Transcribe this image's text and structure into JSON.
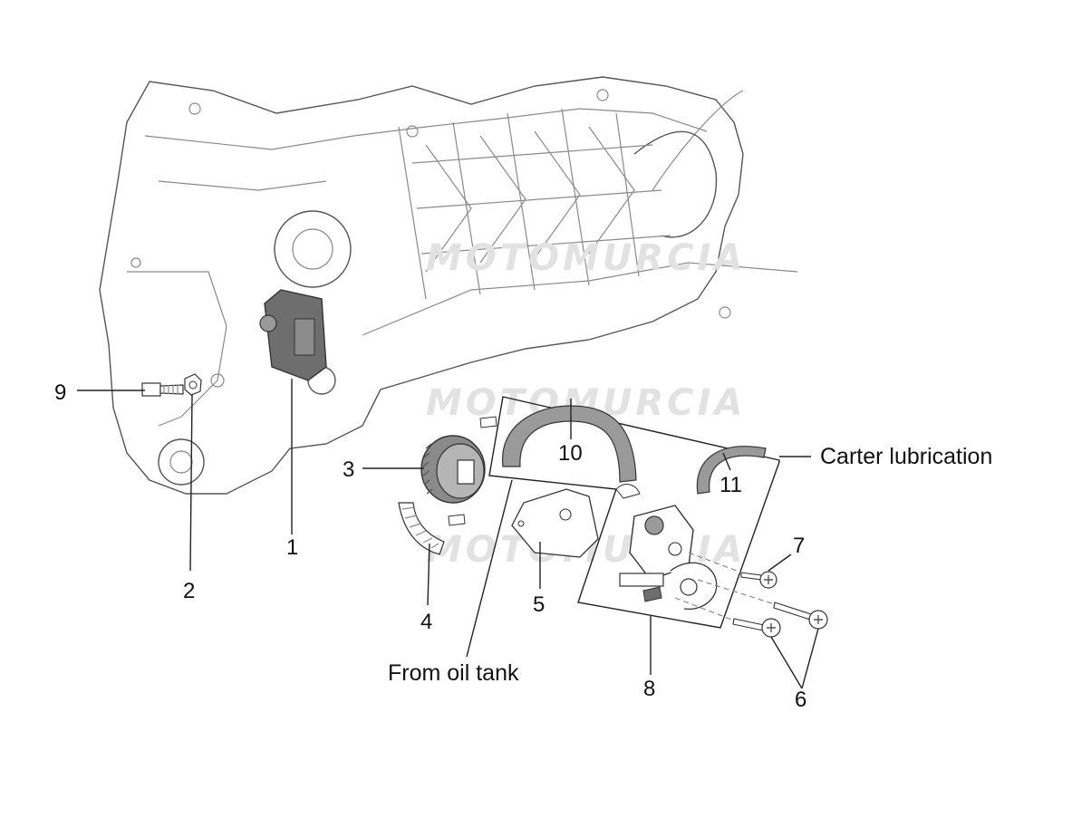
{
  "diagram": {
    "watermark": "MOTOMURCIA",
    "part_numbers": [
      "1",
      "2",
      "3",
      "4",
      "5",
      "6",
      "7",
      "8",
      "9",
      "10",
      "11"
    ],
    "captions": {
      "carter_lubrication": "Carter lubrication",
      "from_oil_tank": "From oil tank"
    },
    "colors": {
      "line_art": "#555555",
      "hose_fill": "#9a9a9a",
      "part_dark": "#6e6e6e",
      "label_text": "#111111",
      "watermark": "#e2e2e2"
    }
  }
}
